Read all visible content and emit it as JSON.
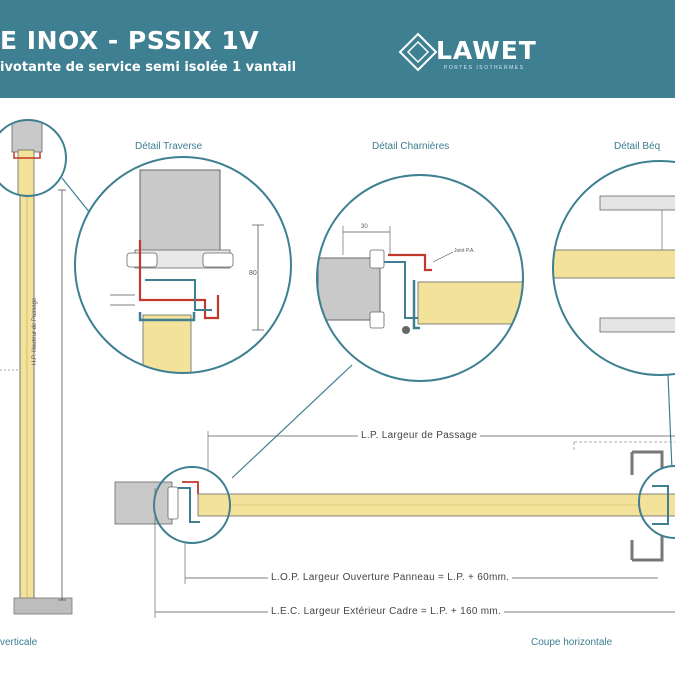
{
  "header": {
    "title": "E INOX - PSSIX 1V",
    "subtitle": "ivotante de service semi isolée 1 vantail",
    "logo_word": "LAWET",
    "logo_tagline": "PORTES ISOTHERMES",
    "contact_line_1": "",
    "contact_line_2": "",
    "background_color": "#3e7f91"
  },
  "details": {
    "traverse_title": "Détail Traverse",
    "charnieres_title": "Détail Charnières",
    "beq_title": "Détail Béq",
    "traverse_dim": "80",
    "charnieres_dim": "30",
    "charnieres_note": "Joint P.A.",
    "beq_note_1": "",
    "beq_note_2": ""
  },
  "vertical_section": {
    "label": "H.P. Hauteur de Passage",
    "caption": "verticale"
  },
  "horizontal_section": {
    "lp_label": "L.P. Largeur de Passage",
    "lop_label": "L.O.P. Largeur Ouverture Panneau = L.P. + 60mm.",
    "lec_label": "L.E.C. Largeur Extérieur Cadre = L.P. + 160 mm.",
    "caption": "Coupe horizontale"
  },
  "colors": {
    "accent": "#3e7f91",
    "insulation": "#f3e39a",
    "concrete": "#cfcfcf",
    "gasket": "#c0392b"
  }
}
